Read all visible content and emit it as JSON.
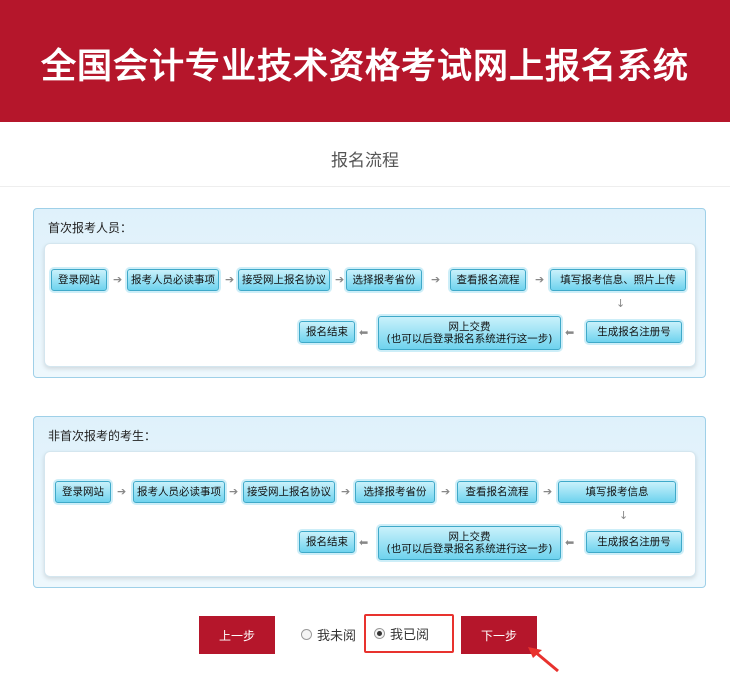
{
  "header": {
    "title": "全国会计专业技术资格考试网上报名系统"
  },
  "page": {
    "subtitle": "报名流程"
  },
  "first_time": {
    "title": "首次报考人员：",
    "row1": [
      "登录网站",
      "报考人员必读事项",
      "接受网上报名协议",
      "选择报考省份",
      "查看报名流程",
      "填写报考信息、照片上传"
    ],
    "row2": {
      "register": "生成报名注册号",
      "pay_line1": "网上交费",
      "pay_line2": "(也可以后登录报名系统进行这一步)",
      "end": "报名结束"
    }
  },
  "returning": {
    "title": "非首次报考的考生：",
    "row1": [
      "登录网站",
      "报考人员必读事项",
      "接受网上报名协议",
      "选择报考省份",
      "查看报名流程",
      "填写报考信息"
    ],
    "row2": {
      "register": "生成报名注册号",
      "pay_line1": "网上交费",
      "pay_line2": "(也可以后登录报名系统进行这一步)",
      "end": "报名结束"
    }
  },
  "footer": {
    "prev_label": "上一步",
    "unread_label": "我未阅",
    "read_label": "我已阅",
    "next_label": "下一步",
    "selected": "我已阅"
  },
  "colors": {
    "brand": "#b5162b",
    "highlight": "#e8322e"
  }
}
